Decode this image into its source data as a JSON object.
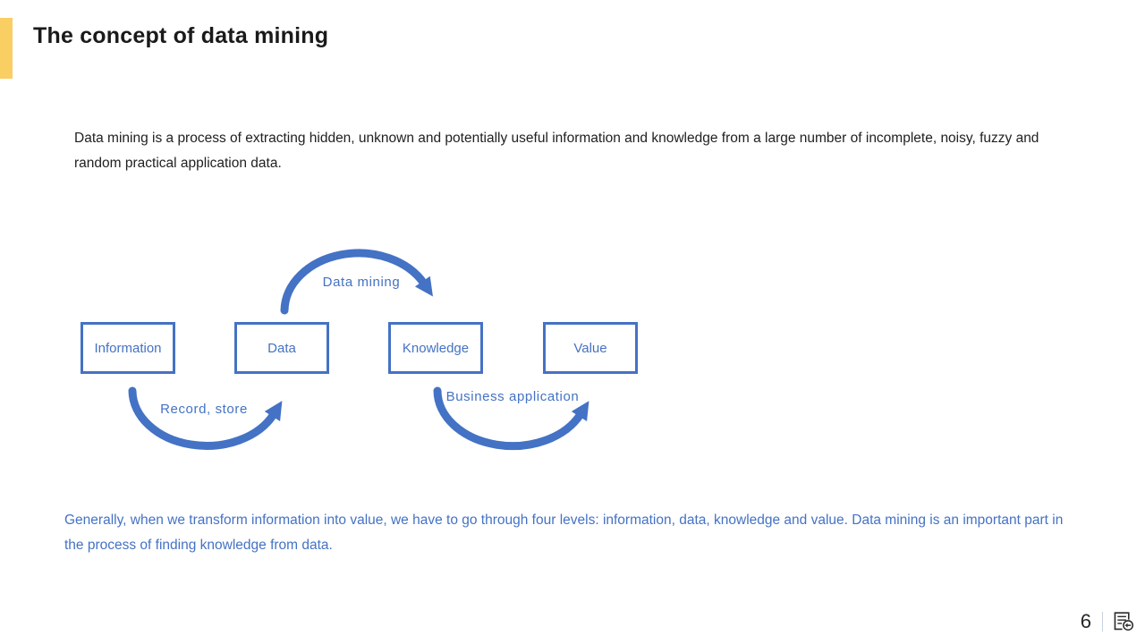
{
  "slide": {
    "title": "The concept of data mining",
    "intro": "Data mining is a process of extracting hidden, unknown and potentially useful information and knowledge from a large number of incomplete, noisy, fuzzy and random practical application data.",
    "summary": "Generally, when we transform information into value, we have to go through four levels: information, data, knowledge and value. Data mining is an important part in the process of finding knowledge from data.",
    "page_number": "6"
  },
  "diagram": {
    "levels": [
      "Information",
      "Data",
      "Knowledge",
      "Value"
    ],
    "arrows": [
      {
        "label": "Data mining",
        "from": "Data",
        "to": "Knowledge",
        "position": "top"
      },
      {
        "label": "Record, store",
        "from": "Information",
        "to": "Data",
        "position": "bottom"
      },
      {
        "label": "Business application",
        "from": "Knowledge",
        "to": "Value",
        "position": "bottom"
      }
    ]
  },
  "icons": {
    "footer_action": "slide-with-return-arrow-icon"
  },
  "colors": {
    "accent_yellow": "#F9CE63",
    "diagram_blue": "#4472C4",
    "title_text": "#1A1A1A",
    "body_text": "#212121",
    "summary_text": "#4472C4",
    "footer_text": "#262626",
    "divider": "#C8D2DE"
  }
}
